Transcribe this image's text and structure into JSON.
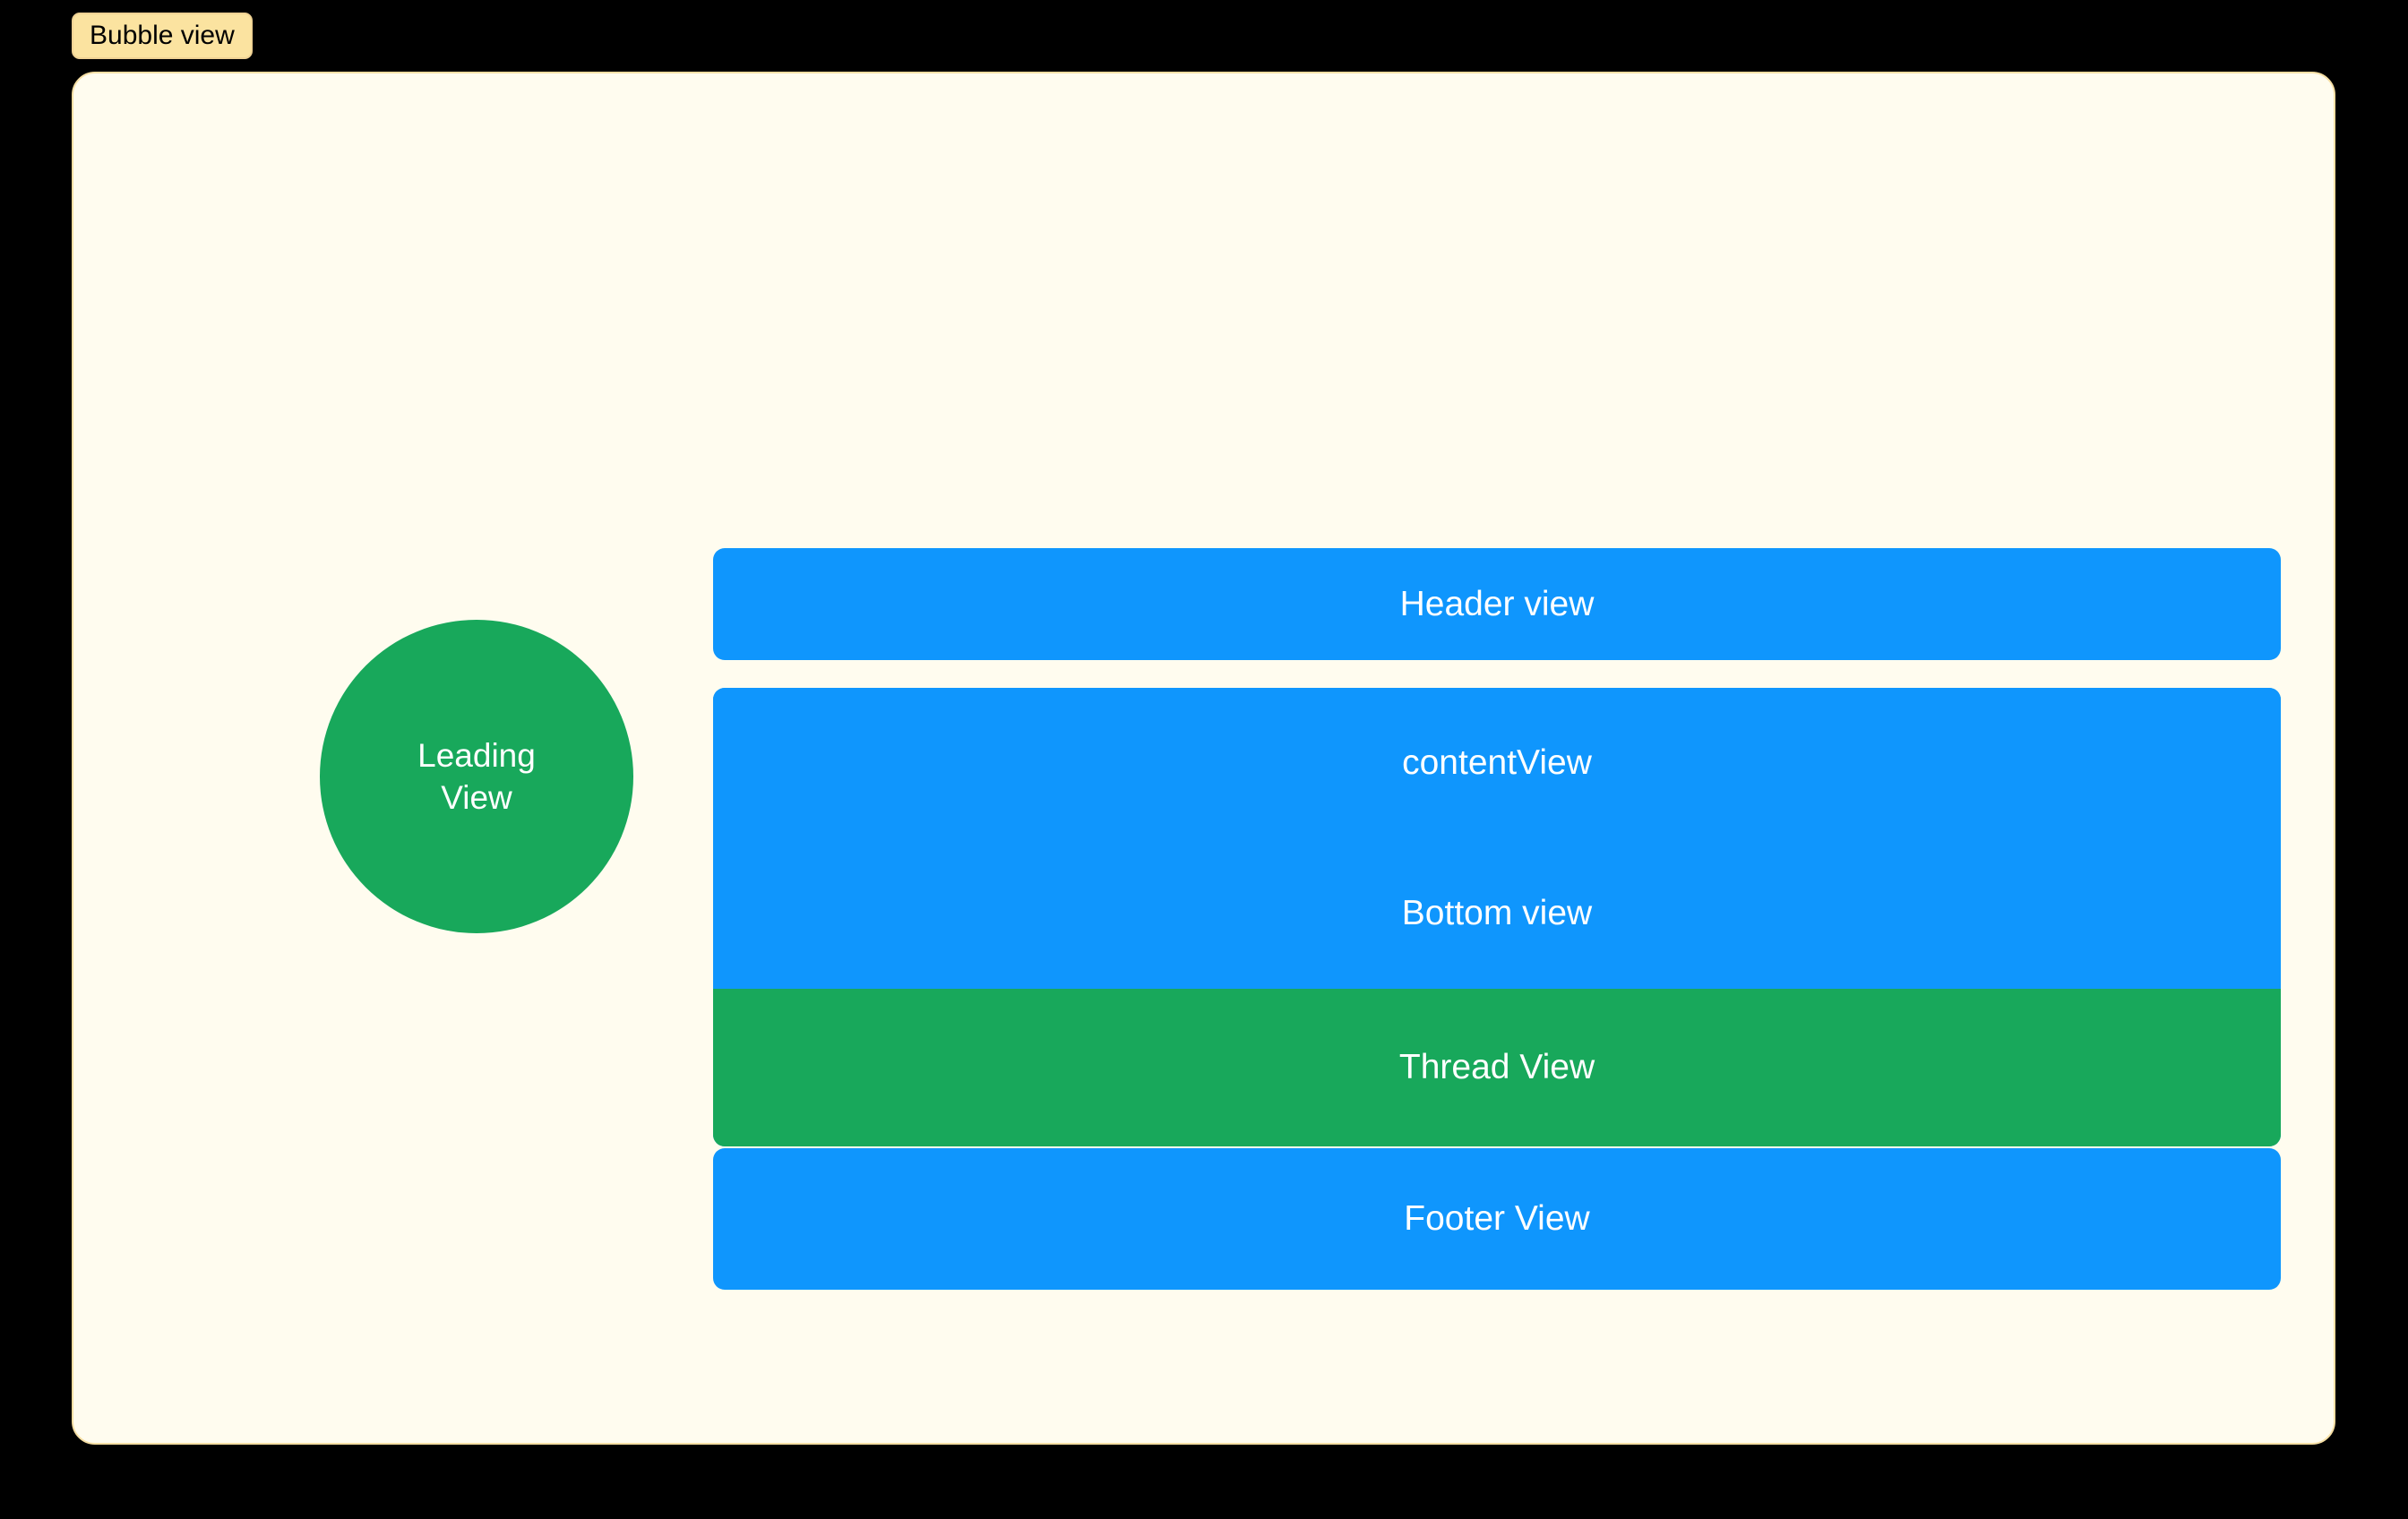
{
  "badge": {
    "label": "Bubble view",
    "background": "#FBE3A0",
    "border": "#EFD294",
    "text_color": "#000000"
  },
  "card": {
    "background": "#FFFCEF",
    "border": "#F6DFA4"
  },
  "canvas": {
    "background": "#000000"
  },
  "leading": {
    "line1": "Leading",
    "line2": "View",
    "color": "#18A85B",
    "text_color": "#FFFFFF"
  },
  "views": {
    "header": {
      "label": "Header view",
      "color": "#0F96FD"
    },
    "content": {
      "label": "contentView",
      "color": "#0F96FD"
    },
    "bottom": {
      "label": "Bottom view",
      "color": "#0F96FD"
    },
    "thread": {
      "label": "Thread View",
      "color": "#18A85B"
    },
    "footer": {
      "label": "Footer View",
      "color": "#0F96FD"
    }
  }
}
